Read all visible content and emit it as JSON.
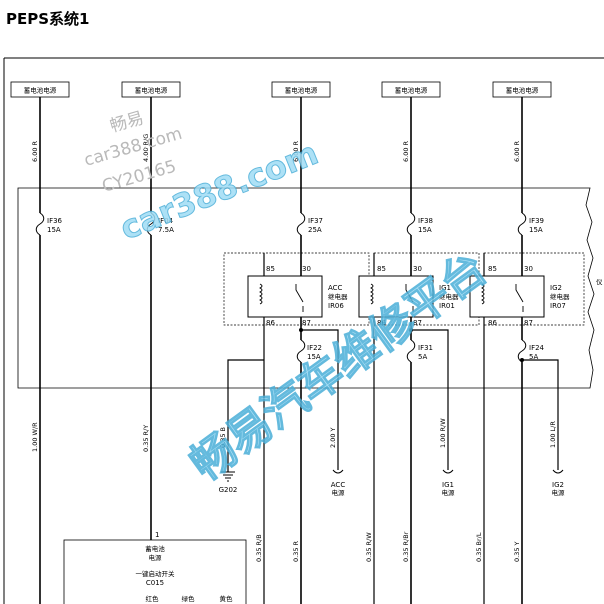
{
  "title": "PEPS系统1",
  "sources": [
    {
      "label": "蓄电池电源",
      "wire": "6.00 R"
    },
    {
      "label": "蓄电池电源",
      "wire": "4.00 R/G"
    },
    {
      "label": "蓄电池电源",
      "wire": "6.00 R"
    },
    {
      "label": "蓄电池电源",
      "wire": "6.00 R"
    },
    {
      "label": "蓄电池电源",
      "wire": "6.00 R"
    }
  ],
  "fuses": [
    {
      "id": "IF36",
      "rating": "15A"
    },
    {
      "id": "IF04",
      "rating": "7.5A"
    },
    {
      "id": "IF37",
      "rating": "25A"
    },
    {
      "id": "IF38",
      "rating": "15A"
    },
    {
      "id": "IF39",
      "rating": "15A"
    },
    {
      "id": "IF22",
      "rating": "15A"
    },
    {
      "id": "IF31",
      "rating": "5A"
    },
    {
      "id": "IF24",
      "rating": "5A"
    }
  ],
  "relays": [
    {
      "name": "ACC",
      "type": "继电器",
      "id": "IR06",
      "pin_tl": "85",
      "pin_tr": "30",
      "pin_bl": "86",
      "pin_br": "87"
    },
    {
      "name": "IG1",
      "type": "继电器",
      "id": "IR01",
      "pin_tl": "85",
      "pin_tr": "30",
      "pin_bl": "86",
      "pin_br": "87"
    },
    {
      "name": "IG2",
      "type": "继电器",
      "id": "IR07",
      "pin_tl": "85",
      "pin_tr": "30",
      "pin_bl": "86",
      "pin_br": "87"
    }
  ],
  "box_label": "仪",
  "lower_wires": [
    "1.00 W/R",
    "0.35 R/Y",
    "0.35 B",
    "2.00 Y",
    "1.00 R/W",
    "1.00 L/R"
  ],
  "bottom_wires": [
    "0.35 R/B",
    "0.35 R",
    "0.35 R/W",
    "0.35 R/Br",
    "0.35 Br/L",
    "0.35 Y"
  ],
  "outputs": [
    {
      "name": "ACC",
      "sub": "电源"
    },
    {
      "name": "IG1",
      "sub": "电源"
    },
    {
      "name": "IG2",
      "sub": "电源"
    }
  ],
  "ground": "G202",
  "connector": {
    "pin": "1",
    "pin_label_line1": "蓄电池",
    "pin_label_line2": "电源",
    "name": "一键启动开关",
    "id": "C015",
    "colors": [
      "红色",
      "绿色",
      "黄色"
    ]
  },
  "watermarks": {
    "line1": "畅易",
    "line2": "car388.com",
    "line3": "CY20165",
    "big1": "car388.com",
    "big2": "畅易汽车维修平台"
  }
}
